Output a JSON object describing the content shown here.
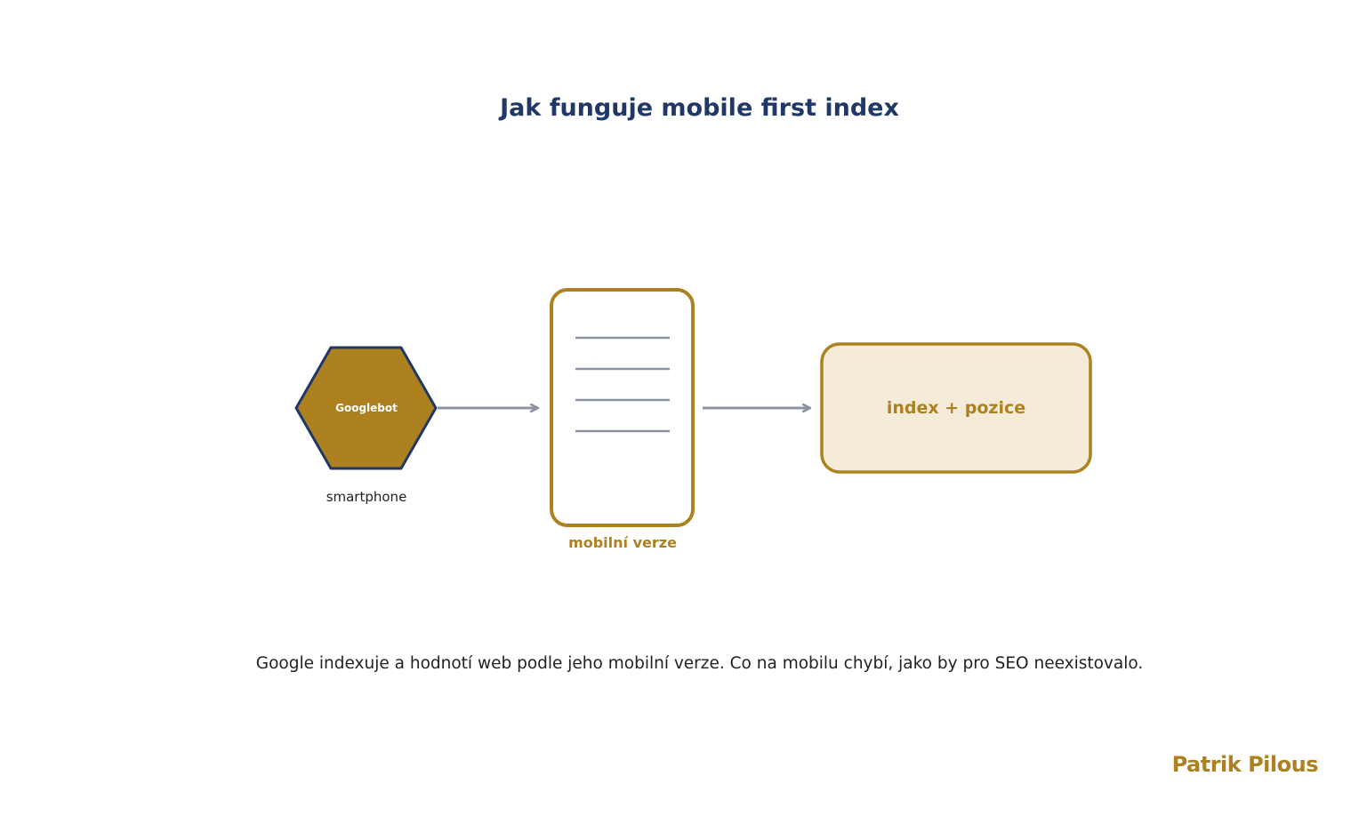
{
  "title": "Jak funguje mobile first index",
  "nodes": {
    "googlebot": {
      "label": "Googlebot",
      "sublabel": "smartphone"
    },
    "mobile_page": {
      "label": "mobilní verze"
    },
    "index": {
      "label": "index + pozice"
    }
  },
  "caption": "Google indexuje a hodnotí web podle jeho mobilní verze. Co na mobilu chybí, jako by pro SEO neexistovalo.",
  "brand": "Patrik Pilous",
  "colors": {
    "navy": "#1f3868",
    "gold": "#ad811f",
    "cream": "#f4ebd9",
    "arrow_gray": "#8a94a2",
    "text_dark": "#222222"
  }
}
